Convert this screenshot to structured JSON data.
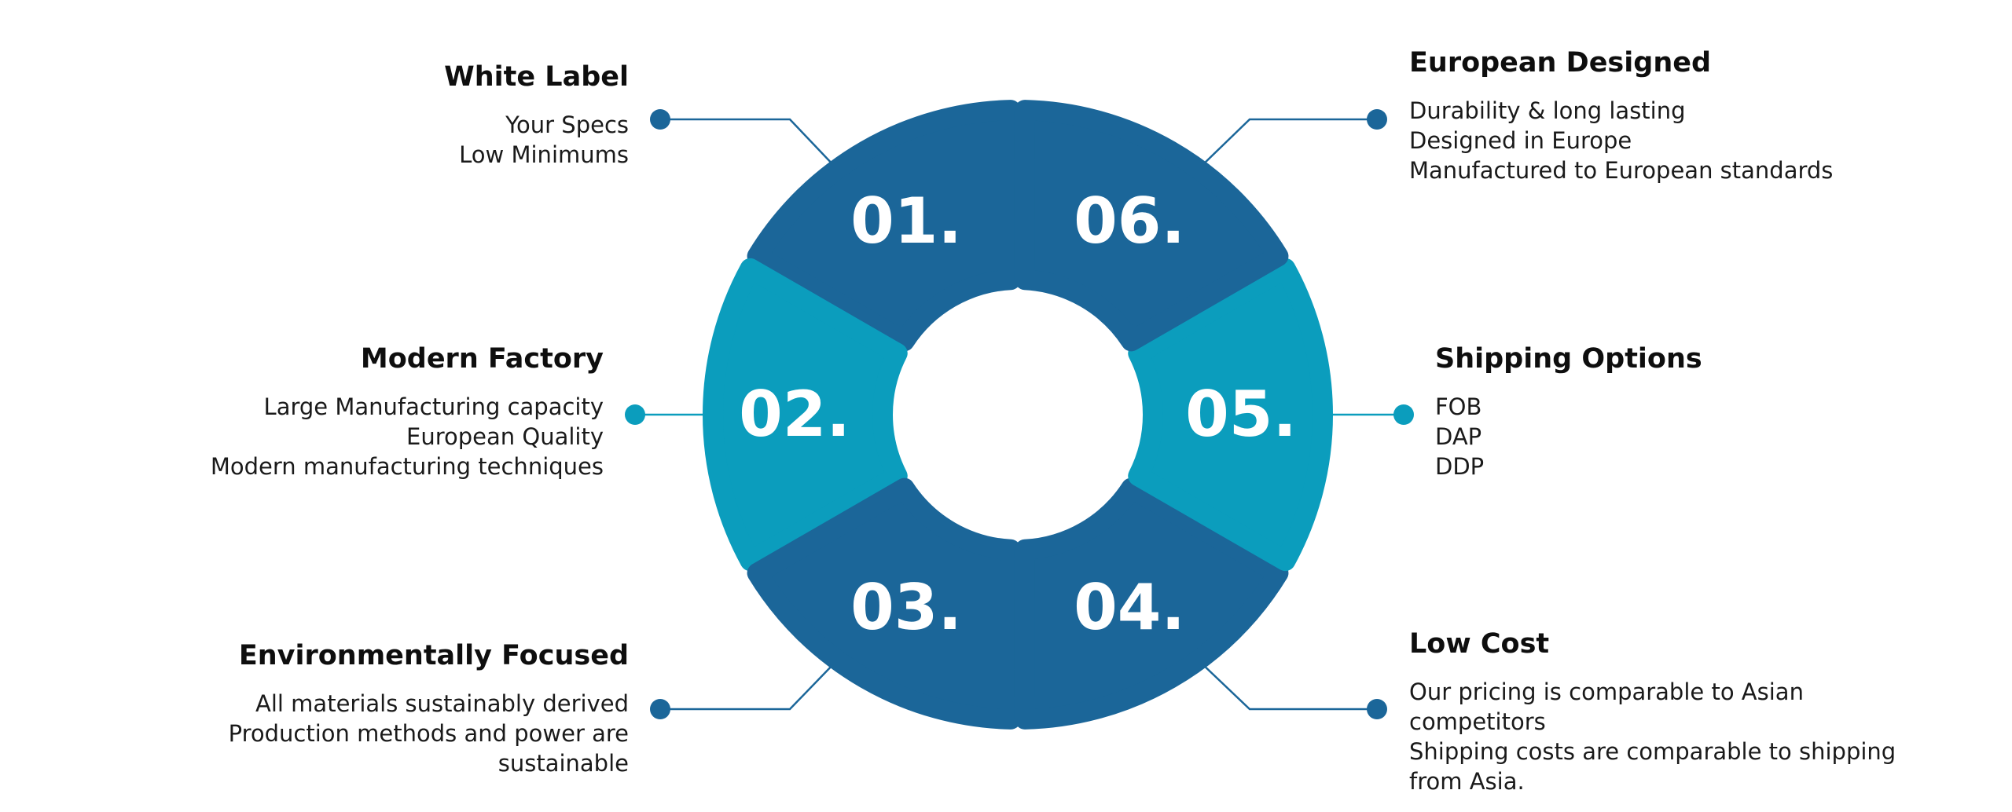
{
  "colors": {
    "dark_blue": "#1b6699",
    "light_blue": "#0b9dbd",
    "connector": "#1b6699",
    "connector_light": "#0b9dbd",
    "number_text": "#ffffff"
  },
  "segments": [
    {
      "number": "01.",
      "color": "dark_blue"
    },
    {
      "number": "02.",
      "color": "light_blue"
    },
    {
      "number": "03.",
      "color": "dark_blue"
    },
    {
      "number": "04.",
      "color": "dark_blue"
    },
    {
      "number": "05.",
      "color": "light_blue"
    },
    {
      "number": "06.",
      "color": "dark_blue"
    }
  ],
  "items": {
    "white_label": {
      "title": "White Label",
      "lines": [
        "Your Specs",
        "Low Minimums"
      ]
    },
    "modern_factory": {
      "title": "Modern Factory",
      "lines": [
        "Large Manufacturing capacity",
        "European Quality",
        "Modern manufacturing techniques"
      ]
    },
    "environmentally_focused": {
      "title": "Environmentally Focused",
      "lines": [
        "All materials sustainably derived",
        "Production methods and power are",
        "sustainable"
      ]
    },
    "low_cost": {
      "title": "Low Cost",
      "lines": [
        "Our pricing is comparable to Asian",
        "competitors",
        "Shipping costs are comparable to shipping",
        "from Asia."
      ]
    },
    "shipping_options": {
      "title": "Shipping Options",
      "lines": [
        "FOB",
        "DAP",
        "DDP"
      ]
    },
    "european_designed": {
      "title": "European Designed",
      "lines": [
        "Durability & long lasting",
        "Designed in Europe",
        "Manufactured to European standards"
      ]
    }
  }
}
